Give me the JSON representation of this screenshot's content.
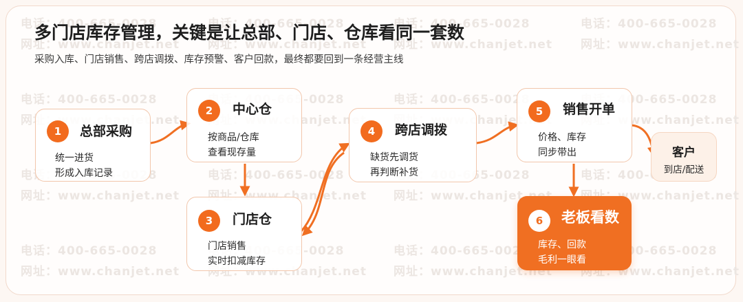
{
  "title": "多门店库存管理，关键是让总部、门店、仓库看同一套数",
  "subtitle": "采购入库、门店销售、跨店调拨、库存预警、客户回款，最终都要回到一条经营主线",
  "watermark": {
    "phone": "电话：400-665-0028",
    "site": "网址：www.chanjet.net"
  },
  "steps": [
    {
      "num": "1",
      "title": "总部采购",
      "lines": [
        "统一进货",
        "形成入库记录"
      ]
    },
    {
      "num": "2",
      "title": "中心仓",
      "lines": [
        "按商品/仓库",
        "查看现存量"
      ]
    },
    {
      "num": "3",
      "title": "门店仓",
      "lines": [
        "门店销售",
        "实时扣减库存"
      ]
    },
    {
      "num": "4",
      "title": "跨店调拨",
      "lines": [
        "缺货先调货",
        "再判断补货"
      ]
    },
    {
      "num": "5",
      "title": "销售开单",
      "lines": [
        "价格、库存",
        "同步带出"
      ]
    },
    {
      "num": "6",
      "title": "老板看数",
      "lines": [
        "库存、回款",
        "毛利一眼看"
      ]
    }
  ],
  "customer": {
    "title": "客户",
    "line": "到店/配送"
  },
  "colors": {
    "accent": "#f06f22",
    "border": "#f2c6ab",
    "customer_bg": "#fdf1e8"
  }
}
